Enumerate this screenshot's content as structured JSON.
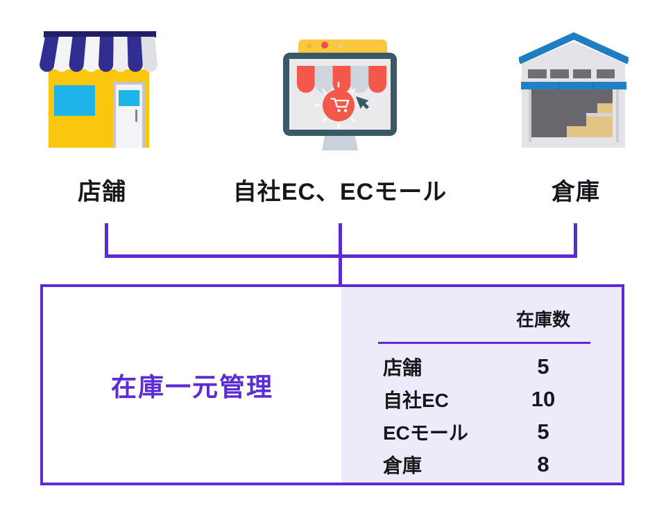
{
  "colors": {
    "accent_purple": "#5B2BD3",
    "panel_lavender": "#EDEAF9",
    "store_yellow": "#FBC60E",
    "store_awning_blue": "#312E92",
    "window_cyan": "#1FB4E9",
    "ec_red": "#F2594B",
    "ec_slate": "#3A5967",
    "ec_bar_yellow": "#FAC73F",
    "warehouse_blue": "#1F7EC2",
    "crate_tan": "#E2C584",
    "text_black": "#17171c"
  },
  "sources": [
    {
      "id": "store",
      "label": "店舗",
      "icon": "storefront-icon"
    },
    {
      "id": "ec",
      "label": "自社EC、ECモール",
      "icon": "online-shop-icon"
    },
    {
      "id": "warehouse",
      "label": "倉庫",
      "icon": "warehouse-icon"
    }
  ],
  "management_box": {
    "title": "在庫一元管理",
    "table": {
      "value_header": "在庫数",
      "rows": [
        {
          "label": "店舗",
          "value": "5"
        },
        {
          "label": "自社EC",
          "value": "10"
        },
        {
          "label": "ECモール",
          "value": "5"
        },
        {
          "label": "倉庫",
          "value": "8"
        }
      ]
    }
  }
}
